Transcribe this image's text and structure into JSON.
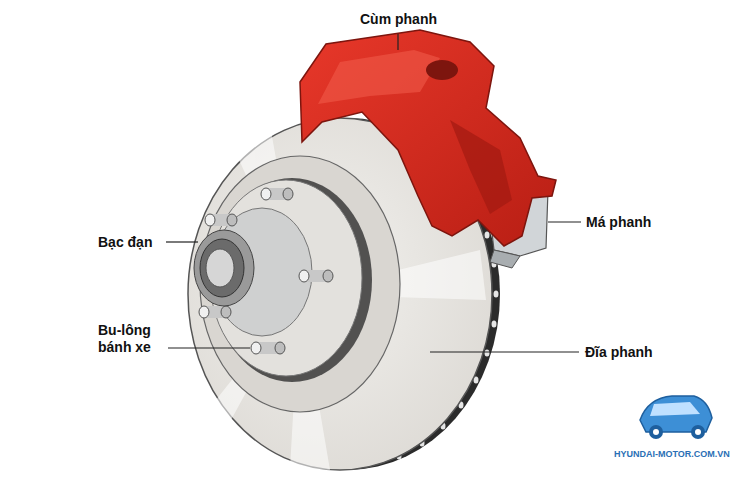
{
  "diagram": {
    "labels": [
      "Cùm phanh",
      "Má phanh",
      "Bạc đạn",
      "Bu-lông bánh xe",
      "Đĩa phanh",
      "HYUNDAI-MOTOR.COM.VN"
    ]
  }
}
